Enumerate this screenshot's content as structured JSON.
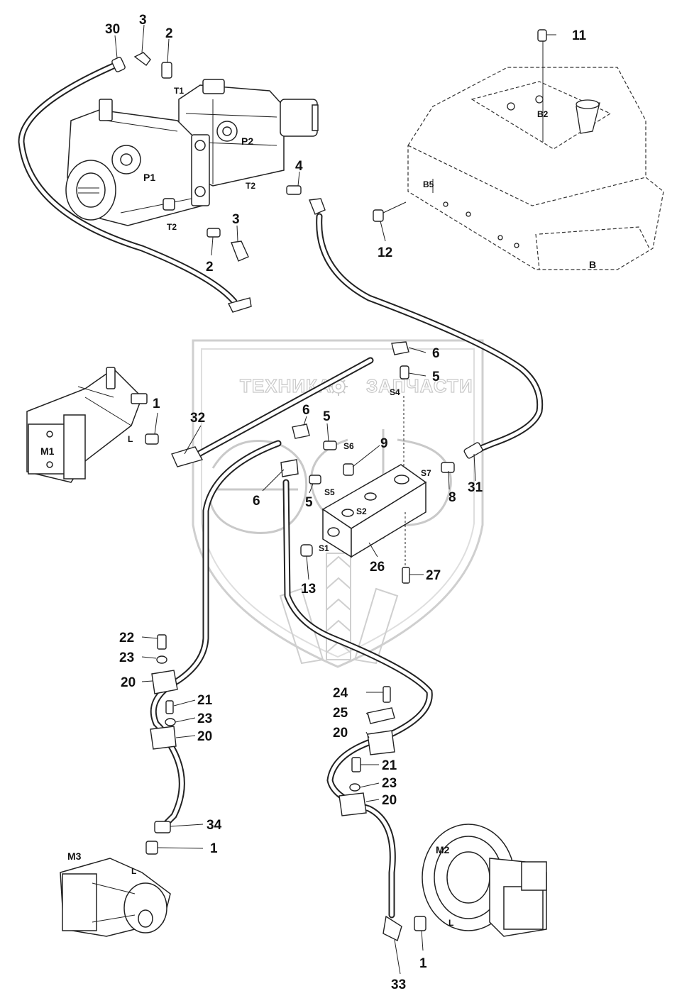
{
  "watermark": {
    "text_left": "ТЕХНИКА",
    "text_right": "ЗАПЧАСТИ",
    "logo": "ЭФ"
  },
  "colors": {
    "line": "#222222",
    "fill": "#ffffff",
    "watermark": "#c9c9c9"
  },
  "units": {
    "p1": "P1",
    "p2": "P2",
    "tank": "B",
    "m1": "M1",
    "m2": "M2",
    "m3": "M3"
  },
  "ports": {
    "t1": "T1",
    "t2_upper": "T2",
    "t2_lower": "T2",
    "b2": "B2",
    "b5": "B5",
    "l_m1": "L",
    "l_m2": "L",
    "l_m3": "L",
    "s1": "S1",
    "s2": "S2",
    "s4": "S4",
    "s5": "S5",
    "s6": "S6",
    "s7": "S7"
  },
  "callouts": {
    "c30": "30",
    "c3_top": "3",
    "c2_top": "2",
    "c11": "11",
    "c4": "4",
    "c3_mid": "3",
    "c2_mid": "2",
    "c12": "12",
    "c6_top": "6",
    "c5_top": "5",
    "c1_m1": "1",
    "c32": "32",
    "c6_mid": "6",
    "c5_mid": "5",
    "c9": "9",
    "c31": "31",
    "c8": "8",
    "c6_low": "6",
    "c5_low": "5",
    "c26": "26",
    "c27": "27",
    "c13": "13",
    "c22": "22",
    "c23_a": "23",
    "c20_a": "20",
    "c21_a": "21",
    "c23_b": "23",
    "c20_b": "20",
    "c34": "34",
    "c1_m3": "1",
    "c24": "24",
    "c25": "25",
    "c20_c": "20",
    "c21_b": "21",
    "c23_c": "23",
    "c20_d": "20",
    "c1_m2": "1",
    "c33": "33"
  }
}
